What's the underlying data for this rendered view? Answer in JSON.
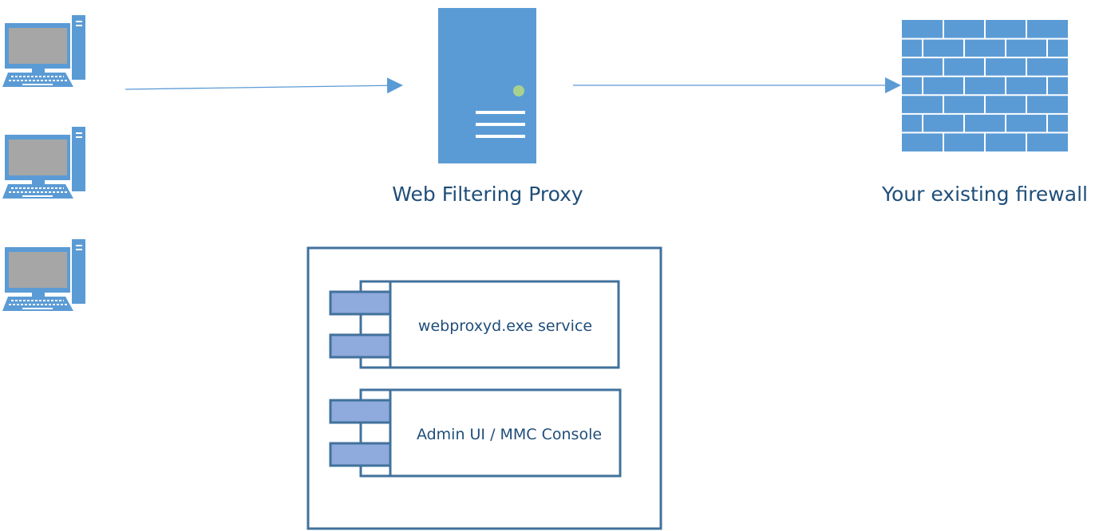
{
  "colors": {
    "accent": "#5b9bd5",
    "dark_blue": "#41719c",
    "text": "#1f4e79",
    "screen_gray": "#a6a6a6",
    "component_fill": "#8faadc",
    "led_green": "#a9d18e"
  },
  "clients": {
    "icon": "desktop-computer-icon",
    "count": 3
  },
  "proxy": {
    "icon": "server-icon",
    "label": "Web Filtering Proxy"
  },
  "firewall": {
    "icon": "brick-wall-icon",
    "label": "Your existing firewall"
  },
  "components": {
    "items": [
      {
        "icon": "component-icon",
        "label": "webproxyd.exe service"
      },
      {
        "icon": "component-icon",
        "label": "Admin UI / MMC Console"
      }
    ]
  }
}
